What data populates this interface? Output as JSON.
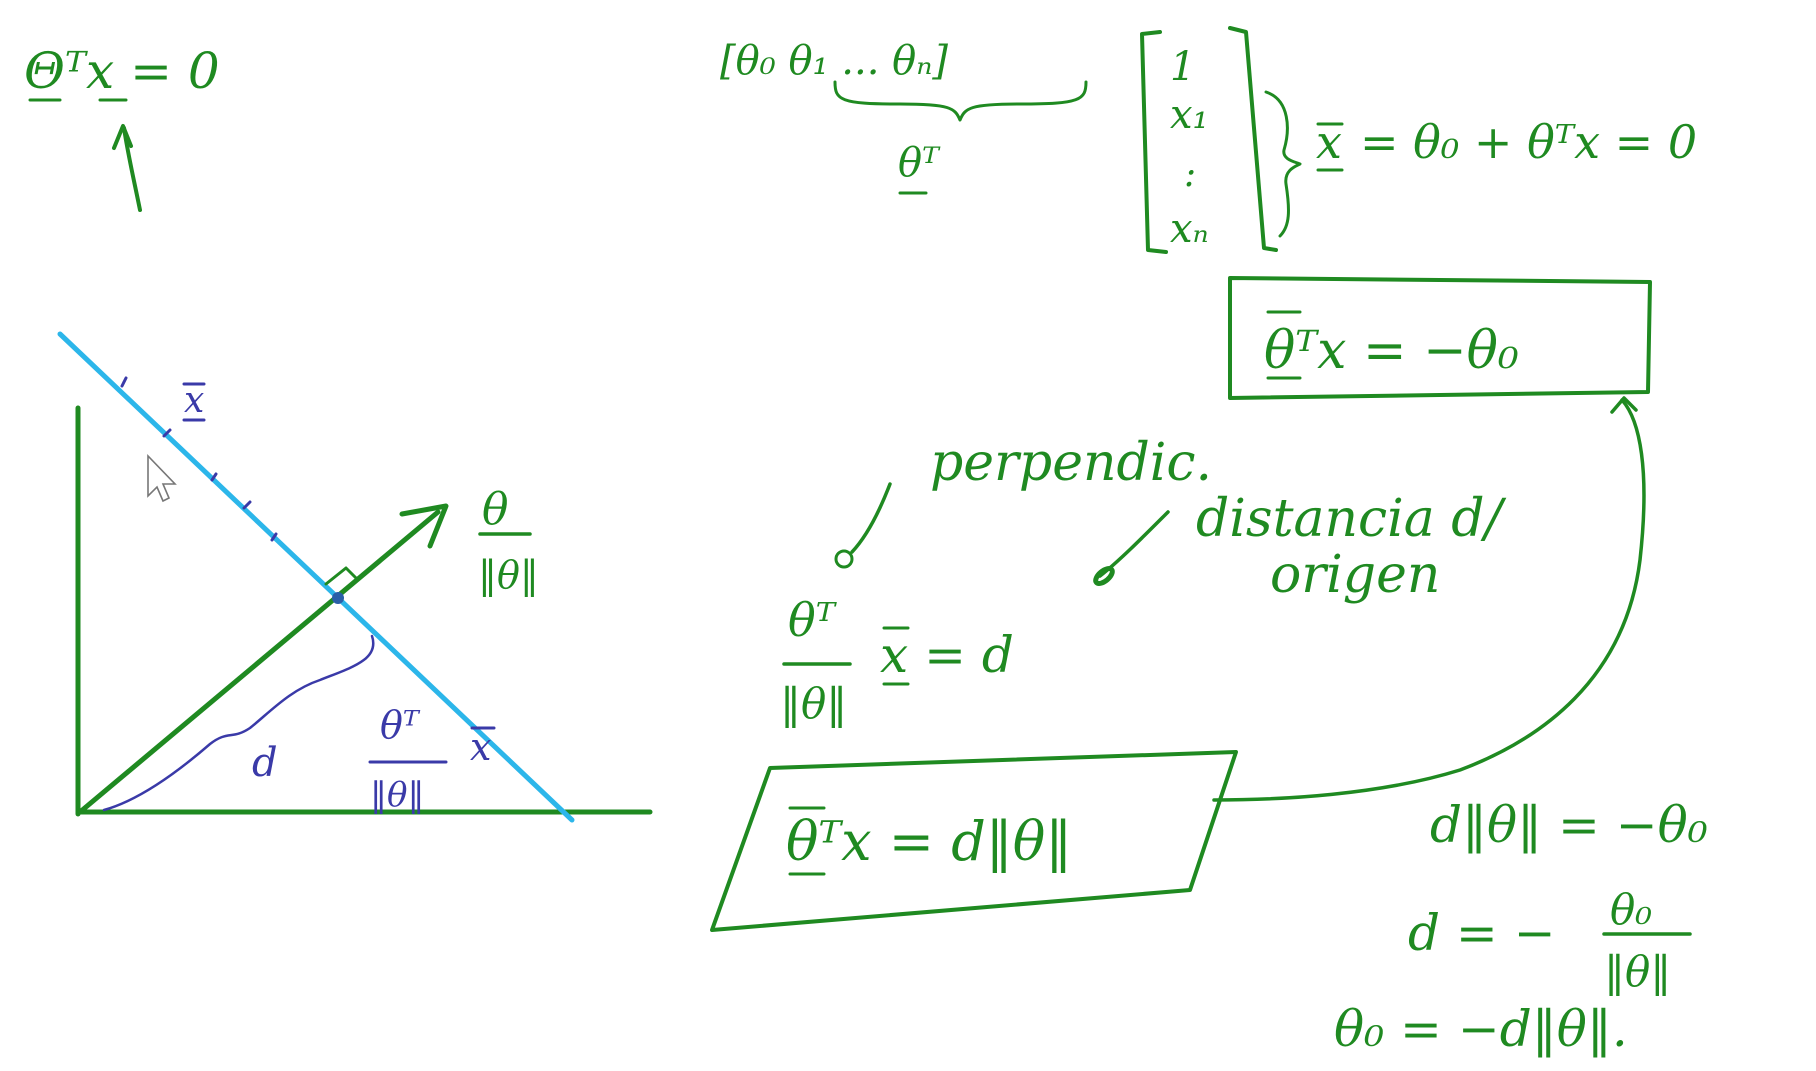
{
  "top_left": {
    "equation": "Θᵀx = 0"
  },
  "matrix_block": {
    "row_vector": "[θ₀  θ₁ ... θₙ]",
    "brace_label": "θᵀ",
    "column_vector": [
      "1",
      "x₁",
      ":",
      "xₙ"
    ],
    "x_label": "x",
    "expansion": "= θ₀ + θᵀx = 0"
  },
  "boxes": {
    "box_one": "θᵀx = −θ₀",
    "box_two": "θᵀx = d‖θ‖"
  },
  "annotations": {
    "perpendic": "perpendic.",
    "distance_line1": "distancia d/",
    "distance_line2": "origen"
  },
  "middle_equation": {
    "numerator": "θᵀ",
    "denominator": "‖θ‖",
    "rhs": "x = d"
  },
  "diagram": {
    "x_label": "x",
    "theta_numerator": "θ",
    "theta_denominator": "‖θ‖",
    "d_label": "d",
    "proj_numerator": "θᵀ",
    "proj_denominator": "‖θ‖",
    "proj_x": "x"
  },
  "bottom_right": {
    "line1": "d‖θ‖ = −θ₀",
    "line2_lhs": "d = −",
    "line2_num": "θ₀",
    "line2_den": "‖θ‖",
    "line3": "θ₀ = −d‖θ‖."
  },
  "colors": {
    "green_ink": "#1f8a21",
    "blue_ink": "#3a3aa8",
    "cyan_ink": "#2cb6ea",
    "background": "#ffffff"
  }
}
